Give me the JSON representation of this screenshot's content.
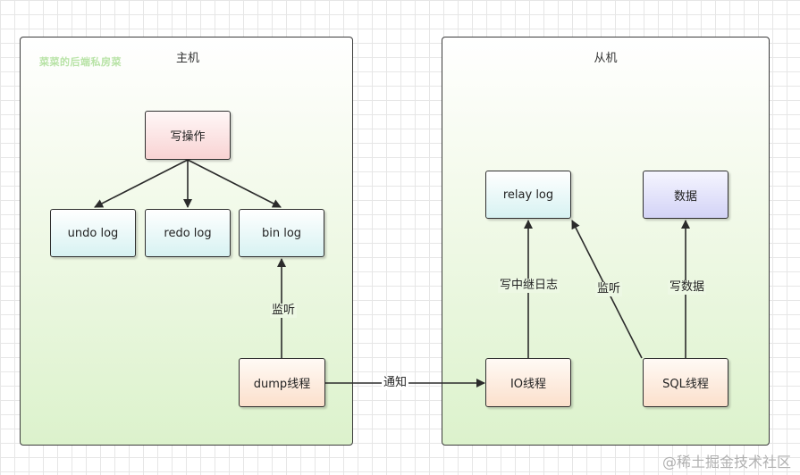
{
  "host": {
    "title": "主机",
    "watermark": "菜菜的后端私房菜"
  },
  "slave": {
    "title": "从机"
  },
  "nodes": {
    "write_op": "写操作",
    "undo_log": "undo log",
    "redo_log": "redo log",
    "bin_log": "bin log",
    "dump_thread": "dump线程",
    "relay_log": "relay log",
    "data": "数据",
    "io_thread": "IO线程",
    "sql_thread": "SQL线程"
  },
  "edges": {
    "listen_host": "监听",
    "notify": "通知",
    "write_relay": "写中继日志",
    "listen_slave": "监听",
    "write_data": "写数据"
  },
  "corner_watermark": "@稀土掘金技术社区",
  "colors": {
    "panel_fill": "#dcf2cc",
    "write_op_fill": "#f8d3d3",
    "log_fill": "#d7f2f2",
    "thread_fill": "#fbe0cc",
    "data_fill": "#d3d3f6",
    "edge": "#2b2b2b"
  }
}
